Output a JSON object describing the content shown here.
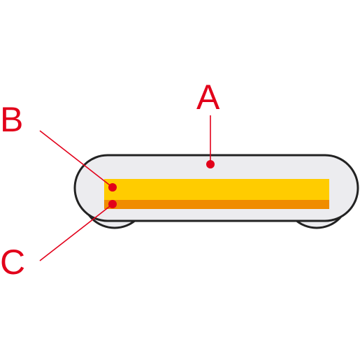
{
  "labels": {
    "a": "A",
    "b": "B",
    "c": "C"
  },
  "colors": {
    "accent": "#e2001a",
    "housing_fill": "#ececef",
    "housing_stroke": "#222222",
    "top_layer": "#ffcc00",
    "bottom_layer": "#f08c00",
    "background": "#ffffff"
  }
}
